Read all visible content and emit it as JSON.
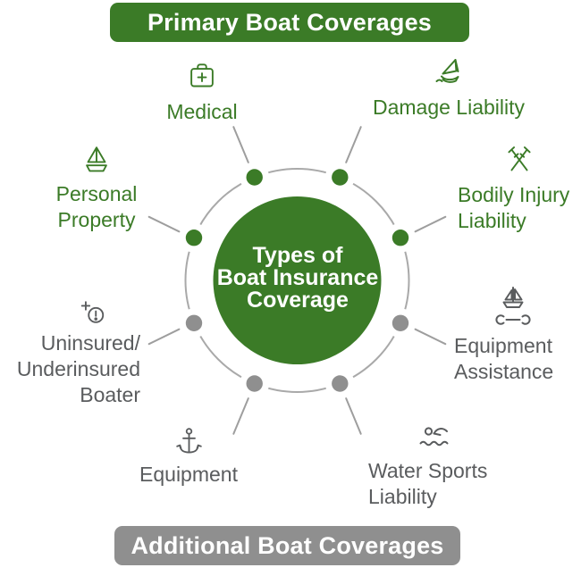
{
  "header": {
    "title": "Primary Boat Coverages"
  },
  "footer": {
    "title": "Additional Boat Coverages"
  },
  "center": {
    "title": "Types of\nBoat Insurance\nCoverage"
  },
  "nodes": [
    {
      "id": "medical",
      "label": "Medical",
      "icon": "medical-kit-icon",
      "category": "primary"
    },
    {
      "id": "damage-liability",
      "label": "Damage Liability",
      "icon": "capsized-boat-icon",
      "category": "primary"
    },
    {
      "id": "personal-property",
      "label": "Personal\nProperty",
      "icon": "sailboat-icon",
      "category": "primary"
    },
    {
      "id": "bodily-injury-liability",
      "label": "Bodily Injury\nLiability",
      "icon": "crossed-crutches-icon",
      "category": "primary"
    },
    {
      "id": "uninsured-boater",
      "label": "Uninsured/\nUnderinsured\nBoater",
      "icon": "insurance-alert-icon",
      "category": "additional"
    },
    {
      "id": "equipment-assistance",
      "label": "Equipment\nAssistance",
      "icon": "boat-repair-icon",
      "category": "additional"
    },
    {
      "id": "equipment",
      "label": "Equipment",
      "icon": "anchor-icon",
      "category": "additional"
    },
    {
      "id": "water-sports-liability",
      "label": "Water Sports\nLiability",
      "icon": "swimmer-icon",
      "category": "additional"
    }
  ],
  "colors": {
    "green": "#3b7b27",
    "gray_text": "#5a5c5e",
    "banner_gray": "#8f8f8f",
    "dot_gray": "#8f8f8f",
    "ring_gray": "#a9a9a9",
    "line_gray": "#9e9e9e",
    "white": "#ffffff",
    "bg": "#ffffff"
  }
}
